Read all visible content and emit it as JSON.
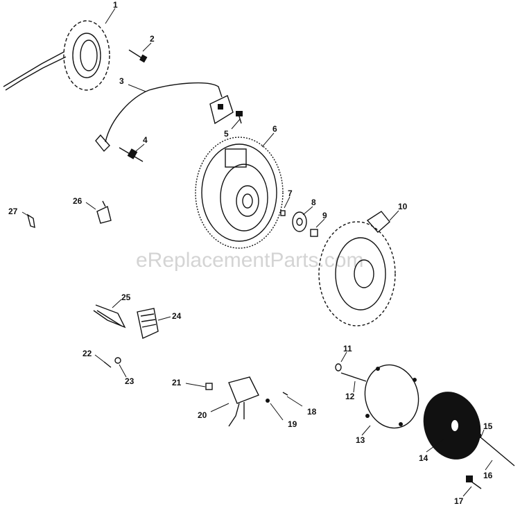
{
  "watermark": "eReplacementParts.com",
  "callouts": [
    "1",
    "2",
    "3",
    "4",
    "5",
    "6",
    "7",
    "8",
    "9",
    "10",
    "11",
    "12",
    "13",
    "14",
    "15",
    "16",
    "17",
    "18",
    "19",
    "20",
    "21",
    "22",
    "23",
    "24",
    "25",
    "26",
    "27"
  ]
}
